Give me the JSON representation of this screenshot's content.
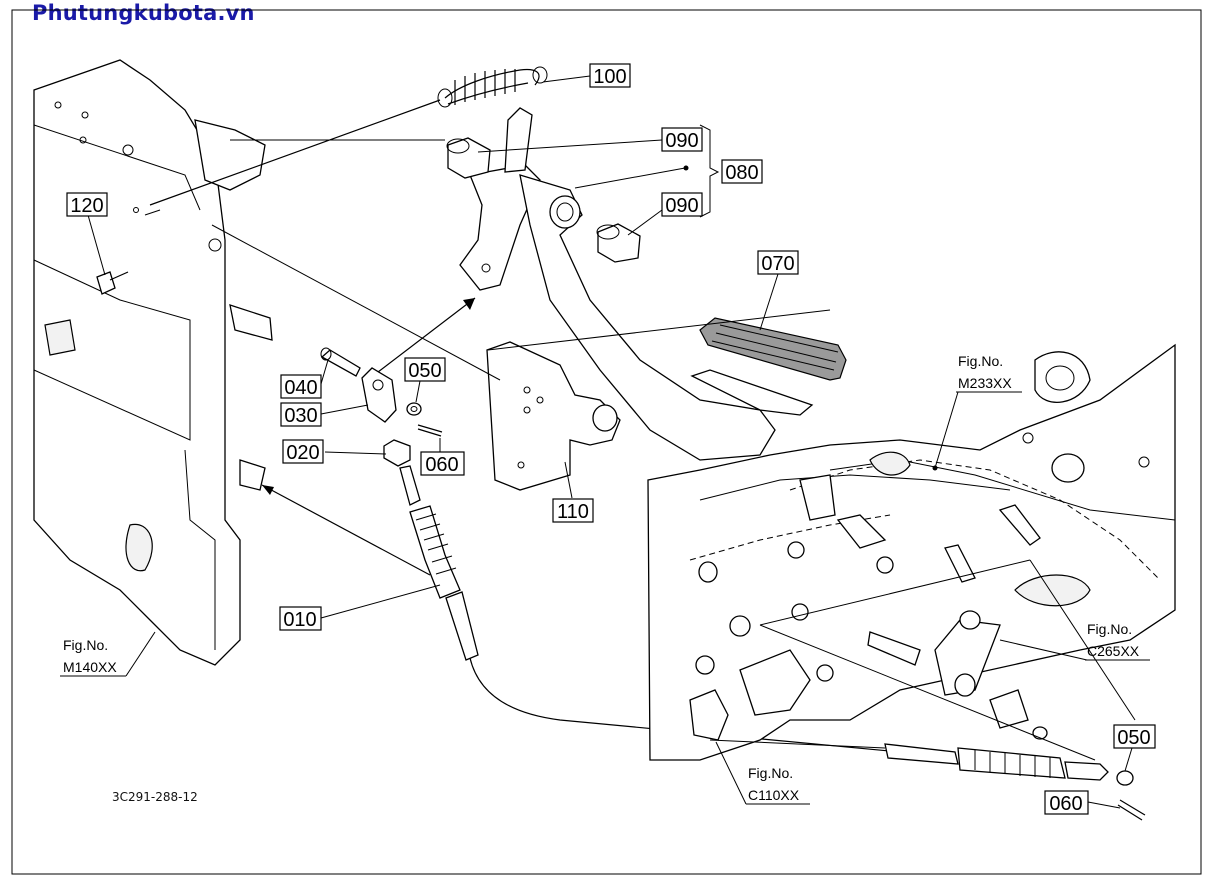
{
  "watermark": "Phutungkubota.vn",
  "drawing_ref": "3C291-288-12",
  "colors": {
    "watermark": "#1a1aa8",
    "line": "#000000",
    "background": "#ffffff"
  },
  "parts": [
    {
      "no": "100"
    },
    {
      "no": "090"
    },
    {
      "no": "080"
    },
    {
      "no": "090"
    },
    {
      "no": "120"
    },
    {
      "no": "070"
    },
    {
      "no": "040"
    },
    {
      "no": "050"
    },
    {
      "no": "030"
    },
    {
      "no": "020"
    },
    {
      "no": "060"
    },
    {
      "no": "110"
    },
    {
      "no": "010"
    },
    {
      "no": "050"
    },
    {
      "no": "060"
    }
  ],
  "figure_refs": [
    {
      "line1": "Fig.No.",
      "line2": "M233XX"
    },
    {
      "line1": "Fig.No.",
      "line2": "C265XX"
    },
    {
      "line1": "Fig.No.",
      "line2": "M140XX"
    },
    {
      "line1": "Fig.No.",
      "line2": "C110XX"
    }
  ]
}
